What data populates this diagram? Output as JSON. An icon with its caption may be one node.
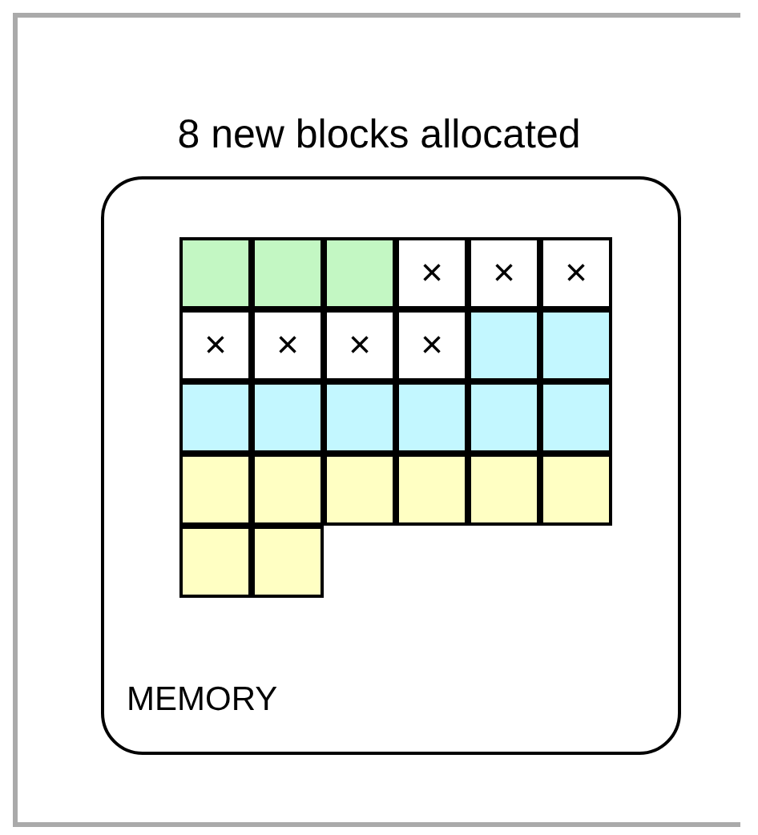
{
  "diagram": {
    "title": "8 new blocks allocated",
    "nodes": [
      {
        "text": [
          "MEMORY"
        ]
      },
      {
        "text": [],
        "shape": "box",
        "in": 0
      },
      {
        "text": [],
        "shape": "box",
        "in": 0
      },
      {
        "text": [],
        "shape": "box",
        "in": 0
      },
      {
        "text": [
          "×"
        ],
        "in": 0
      },
      {
        "text": [
          "×"
        ],
        "in": 0
      },
      {
        "text": [
          "×"
        ],
        "in": 0
      },
      {
        "text": [
          "×"
        ],
        "in": 0
      },
      {
        "text": [
          "×"
        ],
        "in": 0
      },
      {
        "text": [
          "×"
        ],
        "in": 0
      },
      {
        "text": [
          "×"
        ],
        "in": 0
      },
      {
        "text": [],
        "shape": "box",
        "in": 0
      },
      {
        "text": [],
        "shape": "box",
        "in": 0
      },
      {
        "text": [],
        "shape": "box",
        "in": 0
      },
      {
        "text": [],
        "shape": "box",
        "in": 0
      },
      {
        "text": [],
        "shape": "box",
        "in": 0
      },
      {
        "text": [],
        "shape": "box",
        "in": 0
      },
      {
        "text": [],
        "shape": "box",
        "in": 0
      },
      {
        "text": [],
        "shape": "box",
        "in": 0
      },
      {
        "text": [],
        "shape": "box",
        "in": 0
      },
      {
        "text": [],
        "shape": "box",
        "in": 0
      },
      {
        "text": [],
        "shape": "box",
        "in": 0
      },
      {
        "text": [],
        "shape": "box",
        "in": 0
      },
      {
        "text": [],
        "shape": "box",
        "in": 0
      },
      {
        "text": [],
        "shape": "box",
        "in": 0
      },
      {
        "text": [],
        "shape": "box",
        "in": 0
      },
      {
        "text": [],
        "shape": "box",
        "in": 0
      }
    ]
  }
}
